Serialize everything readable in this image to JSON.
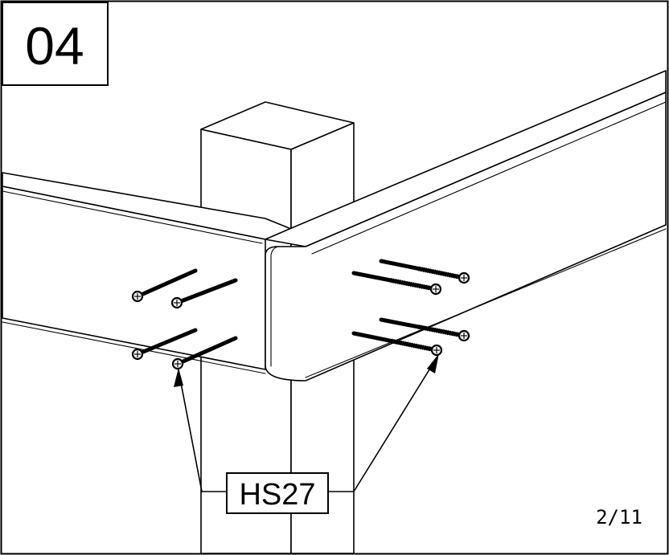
{
  "step": {
    "number": "04"
  },
  "callout": {
    "part_code": "HS27"
  },
  "page": {
    "indicator": "2/11"
  },
  "parts": {
    "post": "post",
    "beam_left": "beam",
    "beam_right": "beam",
    "screw_count_left": 4,
    "screw_count_right": 4
  }
}
